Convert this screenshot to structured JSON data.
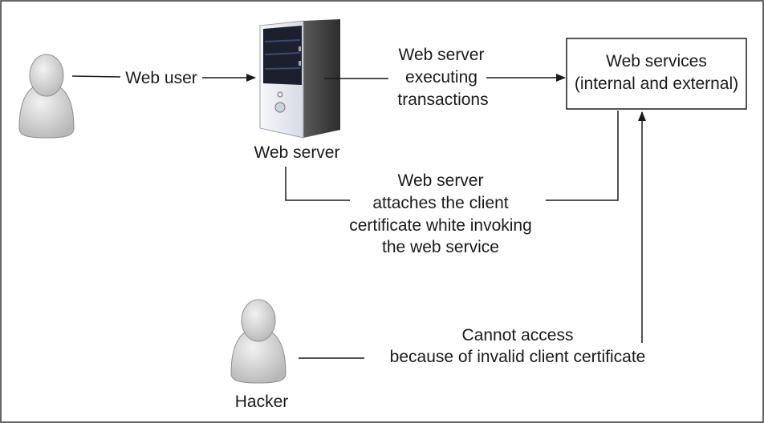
{
  "diagram": {
    "web_user_label": "Web user",
    "web_server_label": "Web server",
    "hacker_label": "Hacker",
    "web_services": {
      "line1": "Web services",
      "line2": "(internal and external)"
    },
    "executing_label": {
      "line1": "Web server",
      "line2": "executing",
      "line3": "transactions"
    },
    "attaches_label": {
      "line1": "Web server",
      "line2": "attaches the client",
      "line3": "certificate white invoking",
      "line4": "the web service"
    },
    "cannot_access_label": {
      "line1": "Cannot access",
      "line2": "because of invalid client certificate"
    }
  },
  "icons": {
    "user": "person-icon",
    "hacker": "person-icon",
    "server": "server-tower-icon"
  },
  "colors": {
    "line": "#1a1a1a",
    "border": "#333333",
    "person_fill": "#d6d6d6",
    "server_dark": "#3c3c3c",
    "server_light": "#e6e8ee"
  }
}
